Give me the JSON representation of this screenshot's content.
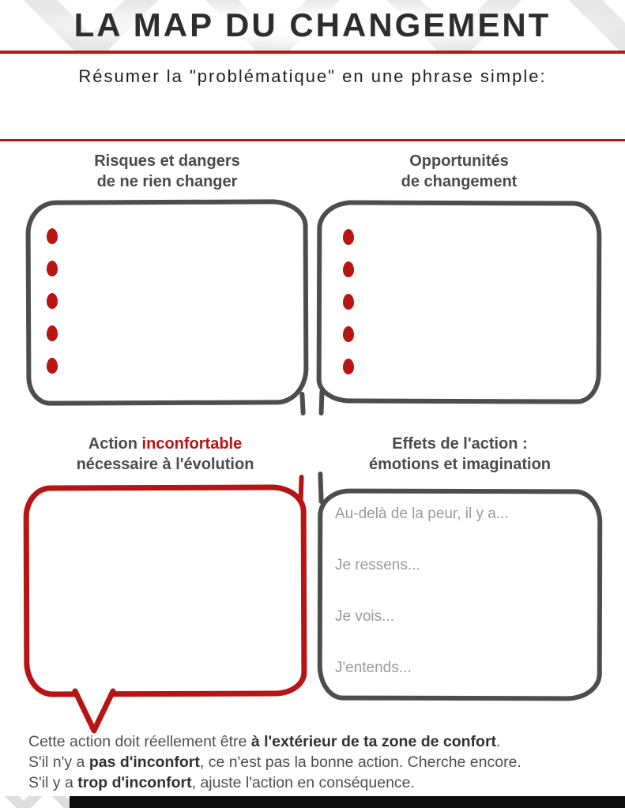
{
  "page": {
    "title": "LA MAP DU CHANGEMENT",
    "subtitle": "Résumer la \"problématique\" en une phrase simple:"
  },
  "quadrants": {
    "top_left": {
      "heading_line1": "Risques et dangers",
      "heading_line2": "de ne rien changer",
      "bullet_count": 5
    },
    "top_right": {
      "heading_line1": "Opportunités",
      "heading_line2": "de changement",
      "bullet_count": 5
    },
    "bottom_left": {
      "heading_prefix": "Action ",
      "heading_highlight": "inconfortable",
      "heading_line2": "nécessaire à l'évolution"
    },
    "bottom_right": {
      "heading_line1": "Effets de l'action :",
      "heading_line2": "émotions et imagination",
      "prompts": [
        "Au-delà de la peur, il y a...",
        "Je ressens...",
        "Je vois...",
        "J'entends..."
      ]
    }
  },
  "footer_note": {
    "line1_prefix": "Cette action doit réellement être ",
    "line1_bold": "à l'extérieur de ta zone de confort",
    "line1_suffix": ".",
    "line2_prefix": "S'il n'y a ",
    "line2_bold": "pas d'inconfort",
    "line2_suffix": ", ce n'est pas la bonne action. Cherche encore.",
    "line3_prefix": "S'il y a ",
    "line3_bold": "trop d'inconfort",
    "line3_suffix": ", ajuste l'action en conséquence."
  },
  "colors": {
    "accent_red": "#b81414",
    "stroke_gray": "#4d4d4d",
    "prompt_gray": "#9b9b9b"
  }
}
